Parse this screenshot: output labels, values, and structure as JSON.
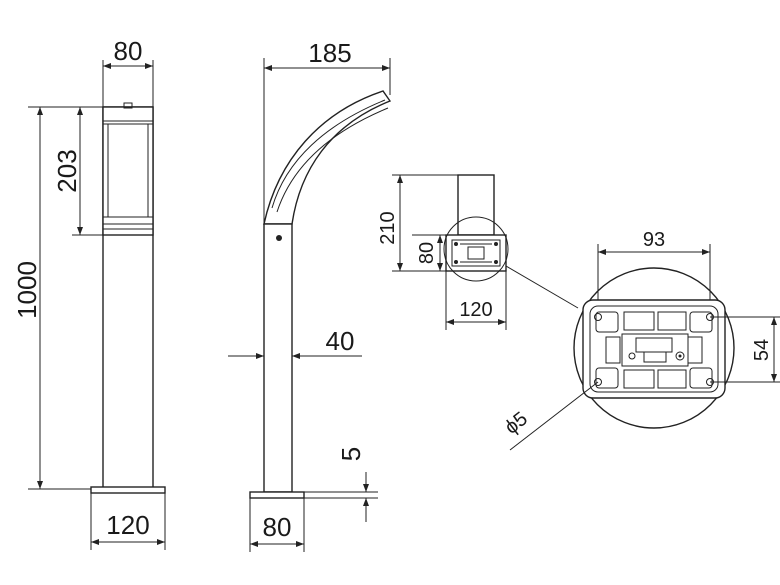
{
  "front_view": {
    "top_width": "80",
    "head_height": "203",
    "total_height": "1000",
    "base_width": "120"
  },
  "side_view": {
    "reach": "185",
    "post_width": "40",
    "base_thickness": "5",
    "base_width": "80"
  },
  "base_view": {
    "height": "210",
    "inner_height": "80",
    "width": "120"
  },
  "detail_view": {
    "hole_spacing": "93",
    "depth": "54",
    "hole_diameter": "ϕ5"
  }
}
